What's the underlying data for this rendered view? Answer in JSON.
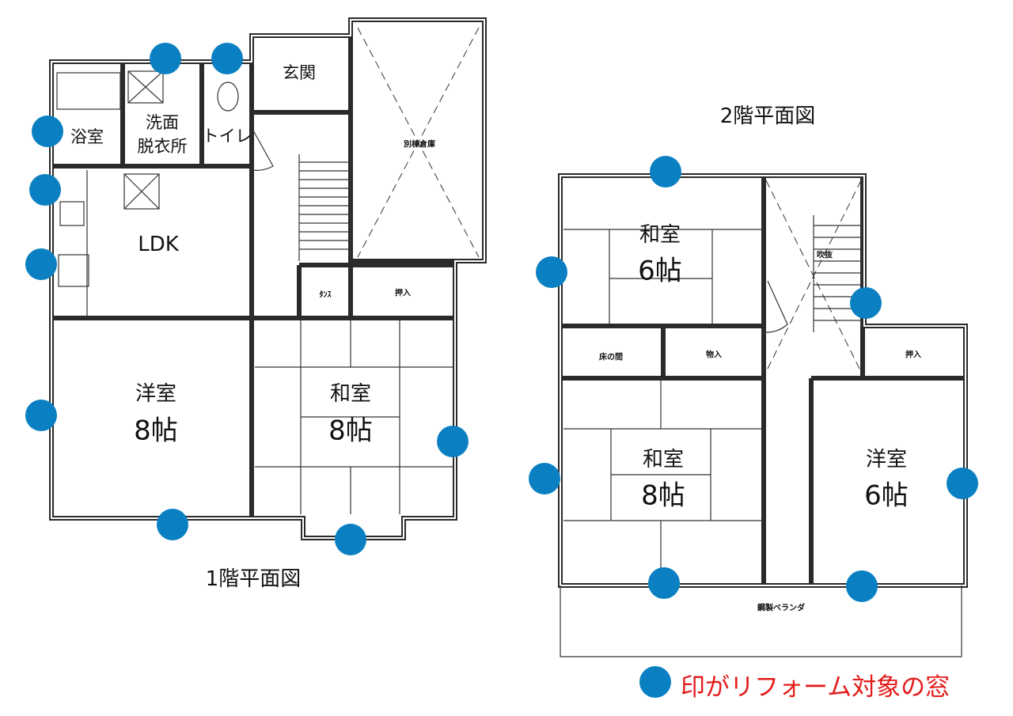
{
  "colors": {
    "marker": "#0a80c2",
    "legend_text": "#e41b1b"
  },
  "floor1": {
    "title": "1階平面図",
    "rooms": {
      "bath": "浴室",
      "washroom_1": "洗面",
      "washroom_2": "脱衣所",
      "toilet": "トイレ",
      "entrance": "玄関",
      "storage": "別棟倉庫",
      "ldk": "LDK",
      "wardrobe": "ﾀﾝｽ",
      "closet": "押入",
      "western_name": "洋室",
      "western_size": "8帖",
      "japanese_name": "和室",
      "japanese_size": "8帖"
    },
    "target_windows": 9
  },
  "floor2": {
    "title": "2階平面図",
    "rooms": {
      "japanese6_name": "和室",
      "japanese6_size": "6帖",
      "void": "吹抜",
      "alcove": "床の間",
      "storage": "物入",
      "closet": "押入",
      "japanese8_name": "和室",
      "japanese8_size": "8帖",
      "western_name": "洋室",
      "western_size": "6帖",
      "veranda": "鋼製ベランダ"
    },
    "target_windows": 7
  },
  "legend": {
    "text": "印がリフォーム対象の窓",
    "icon": "blue-dot-marker"
  }
}
